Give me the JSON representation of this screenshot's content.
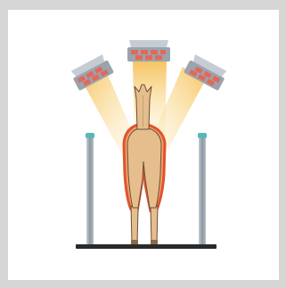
{
  "scene": {
    "subject": "horse-rear-view",
    "heat_lamp_count": 3,
    "post_count": 2,
    "colors": {
      "frame": "#d6d6d6",
      "panel": "#ffffff",
      "lamp_body": "#9aa4ae",
      "lamp_cells": "#e2685a",
      "light_beam": "#f8cf6e",
      "horse_body": "#e6be8e",
      "horse_outline": "#6b4f35",
      "heat_glow": "#e46a3a",
      "post": "#9ea7b0",
      "post_cap": "#58b8b8",
      "ground": "#2a2a2a"
    }
  }
}
